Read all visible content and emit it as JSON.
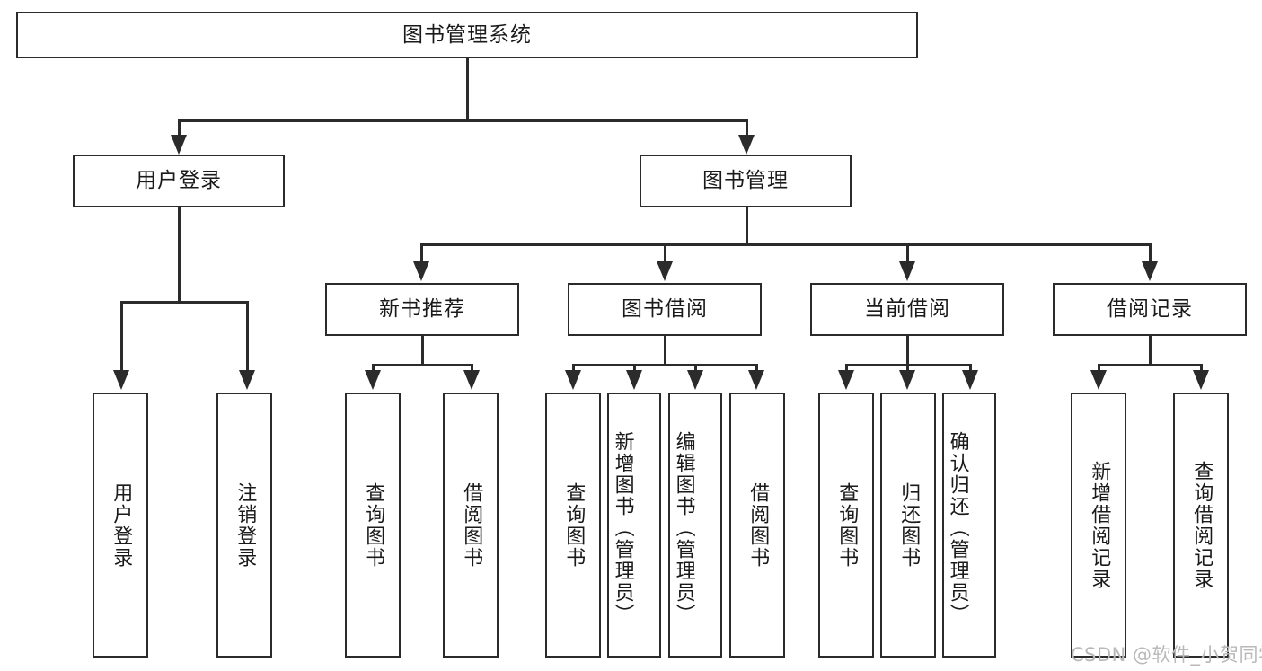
{
  "diagram": {
    "type": "hierarchy-tree",
    "title_node": {
      "label": "图书管理系统"
    },
    "level2": [
      {
        "id": "user-login",
        "label": "用户登录"
      },
      {
        "id": "book-management",
        "label": "图书管理"
      }
    ],
    "level3": [
      {
        "id": "new-book-recommend",
        "label": "新书推荐"
      },
      {
        "id": "book-borrow",
        "label": "图书借阅"
      },
      {
        "id": "current-borrow",
        "label": "当前借阅"
      },
      {
        "id": "borrow-record",
        "label": "借阅记录"
      }
    ],
    "leaves": [
      {
        "id": "leaf-user-login",
        "label": "用户登录"
      },
      {
        "id": "leaf-logout-login",
        "label": "注销登录"
      },
      {
        "id": "leaf-query-book-1",
        "label": "查询图书"
      },
      {
        "id": "leaf-borrow-book-1",
        "label": "借阅图书"
      },
      {
        "id": "leaf-query-book-2",
        "label": "查询图书"
      },
      {
        "id": "leaf-add-book",
        "label": "新增图书（管理员）"
      },
      {
        "id": "leaf-edit-book",
        "label": "编辑图书（管理员）"
      },
      {
        "id": "leaf-borrow-book-2",
        "label": "借阅图书"
      },
      {
        "id": "leaf-query-book-3",
        "label": "查询图书"
      },
      {
        "id": "leaf-return-book",
        "label": "归还图书"
      },
      {
        "id": "leaf-confirm-return",
        "label": "确认归还（管理员）"
      },
      {
        "id": "leaf-add-borrow-record",
        "label": "新增借阅记录"
      },
      {
        "id": "leaf-query-borrow-record",
        "label": "查询借阅记录"
      }
    ]
  },
  "watermark": {
    "text": "CSDN @软件_小贺同学"
  },
  "colors": {
    "line": "#2b2b2b",
    "box_fill": "#ffffff",
    "text": "#1a1a1a",
    "watermark": "#b9b9b9",
    "background": "#ffffff"
  }
}
